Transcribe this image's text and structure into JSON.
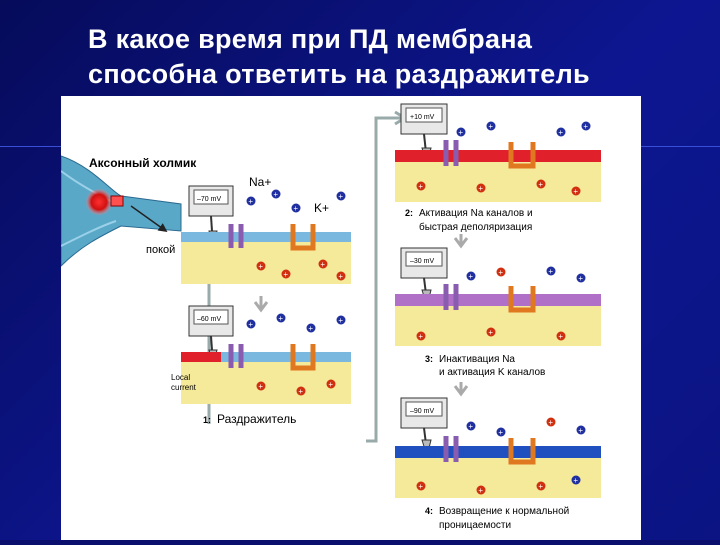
{
  "title": {
    "line1": "В какое время при ПД мембрана",
    "line2": "способна ответить на раздражитель"
  },
  "diagram": {
    "axon_label": "Аксонный холмик",
    "rest_label": "покой",
    "na_label": "Na+",
    "k_label": "K+",
    "local_current_1": "Local",
    "local_current_2": "current",
    "meters": {
      "rest": "–70 mV",
      "stim": "–60 mV",
      "activation": "+10 mV",
      "inactivation": "–30 mV",
      "recovery": "–90 mV"
    },
    "steps": {
      "s1_num": "1:",
      "s1_text": "Раздражитель",
      "s2_num": "2:",
      "s2_line1": "Активация Na каналов и",
      "s2_line2": "быстрая деполяризация",
      "s3_num": "3:",
      "s3_line1": "Инактивация Na",
      "s3_line2": "и активация K каналов",
      "s4_num": "4:",
      "s4_line1": "Возвращение к нормальной",
      "s4_line2": "проницаемости"
    },
    "colors": {
      "rest_membrane": "#7ab8e0",
      "depolarized_membrane": "#e0202a",
      "inactivated_membrane": "#b070c8",
      "repolarized_membrane": "#2050c0",
      "inside": "#f5e99a",
      "na_channel": "#8a5cb0",
      "k_channel": "#e07820"
    }
  }
}
